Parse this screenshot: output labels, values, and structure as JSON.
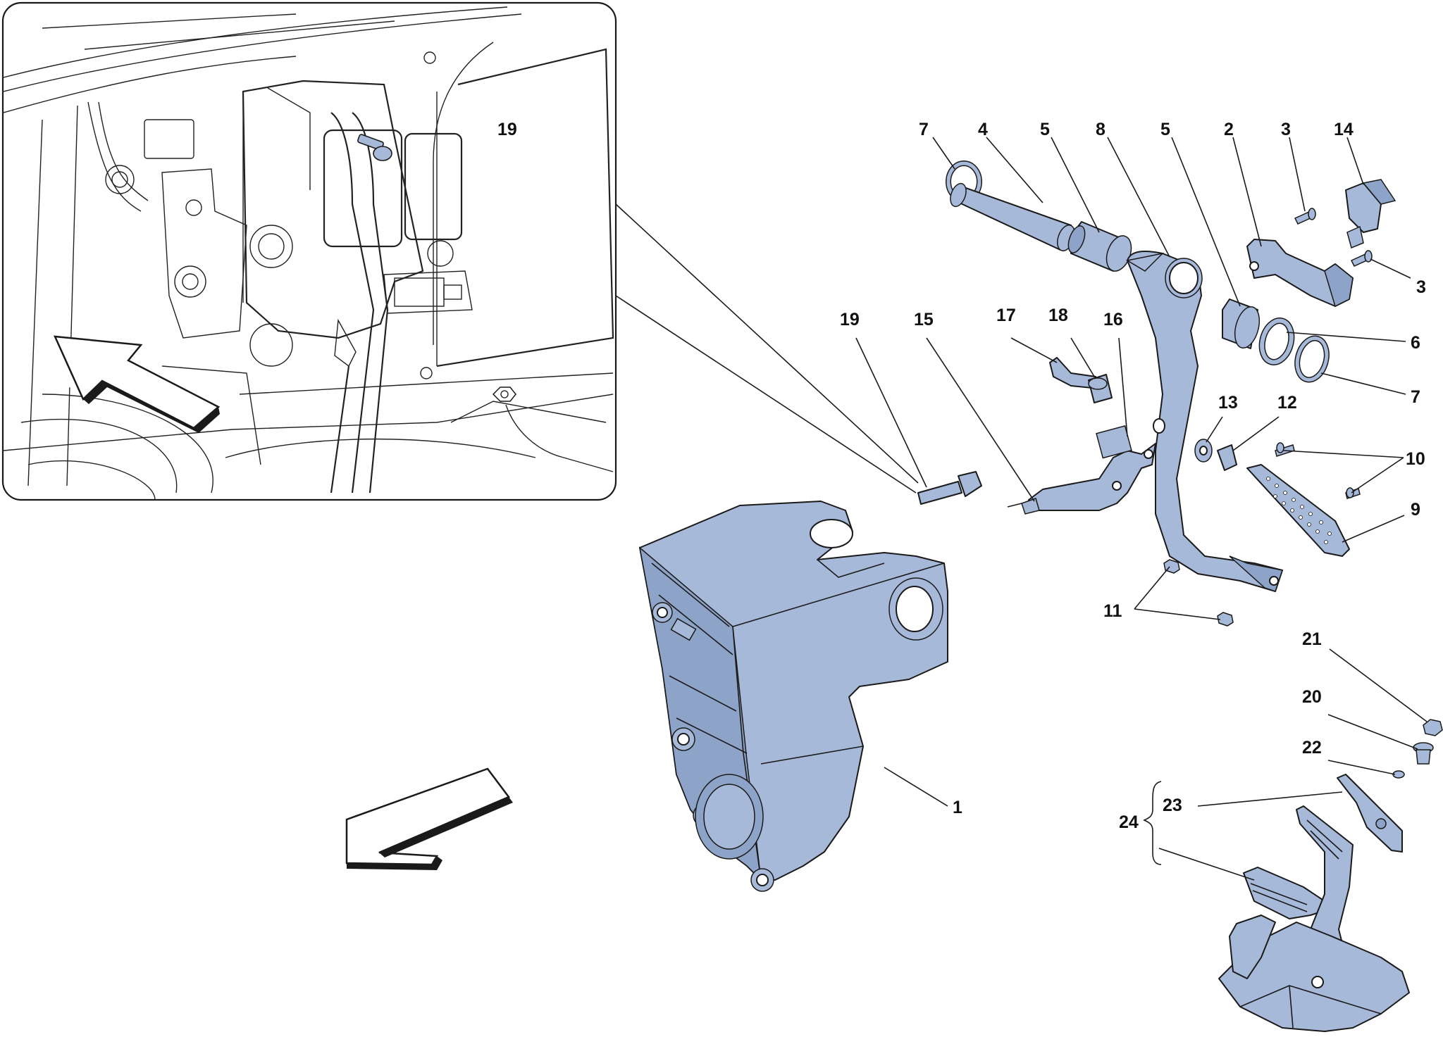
{
  "callouts": [
    {
      "id": "c7a",
      "text": "7"
    },
    {
      "id": "c4",
      "text": "4"
    },
    {
      "id": "c5a",
      "text": "5"
    },
    {
      "id": "c8",
      "text": "8"
    },
    {
      "id": "c5b",
      "text": "5"
    },
    {
      "id": "c2",
      "text": "2"
    },
    {
      "id": "c3a",
      "text": "3"
    },
    {
      "id": "c14",
      "text": "14"
    },
    {
      "id": "c3b",
      "text": "3"
    },
    {
      "id": "c6",
      "text": "6"
    },
    {
      "id": "c7b",
      "text": "7"
    },
    {
      "id": "c19a",
      "text": "19"
    },
    {
      "id": "c19b",
      "text": "19"
    },
    {
      "id": "c15",
      "text": "15"
    },
    {
      "id": "c17",
      "text": "17"
    },
    {
      "id": "c18",
      "text": "18"
    },
    {
      "id": "c16",
      "text": "16"
    },
    {
      "id": "c13",
      "text": "13"
    },
    {
      "id": "c12",
      "text": "12"
    },
    {
      "id": "c10",
      "text": "10"
    },
    {
      "id": "c9",
      "text": "9"
    },
    {
      "id": "c11",
      "text": "11"
    },
    {
      "id": "c21",
      "text": "21"
    },
    {
      "id": "c20",
      "text": "20"
    },
    {
      "id": "c22",
      "text": "22"
    },
    {
      "id": "c23",
      "text": "23"
    },
    {
      "id": "c24",
      "text": "24"
    },
    {
      "id": "c1",
      "text": "1"
    }
  ],
  "colors": {
    "part_fill": "#a7b9d9",
    "outline": "#1a1a1a",
    "background": "#ffffff"
  }
}
